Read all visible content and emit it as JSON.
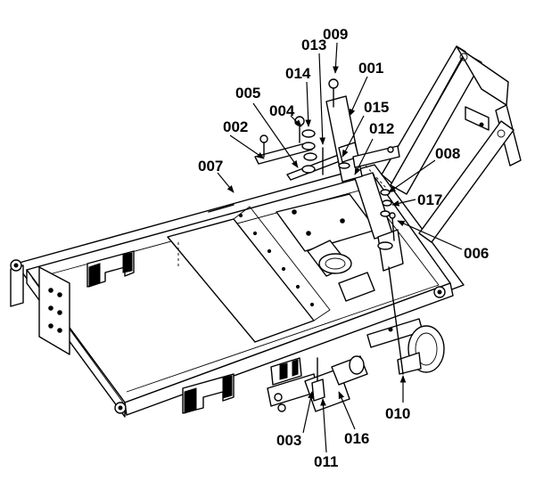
{
  "labels": {
    "p001": "001",
    "p002": "002",
    "p003": "003",
    "p004": "004",
    "p005": "005",
    "p006": "006",
    "p007": "007",
    "p008": "008",
    "p009": "009",
    "p010": "010",
    "p011": "011",
    "p012": "012",
    "p013": "013",
    "p014": "014",
    "p015": "015",
    "p016": "016",
    "p017": "017"
  }
}
